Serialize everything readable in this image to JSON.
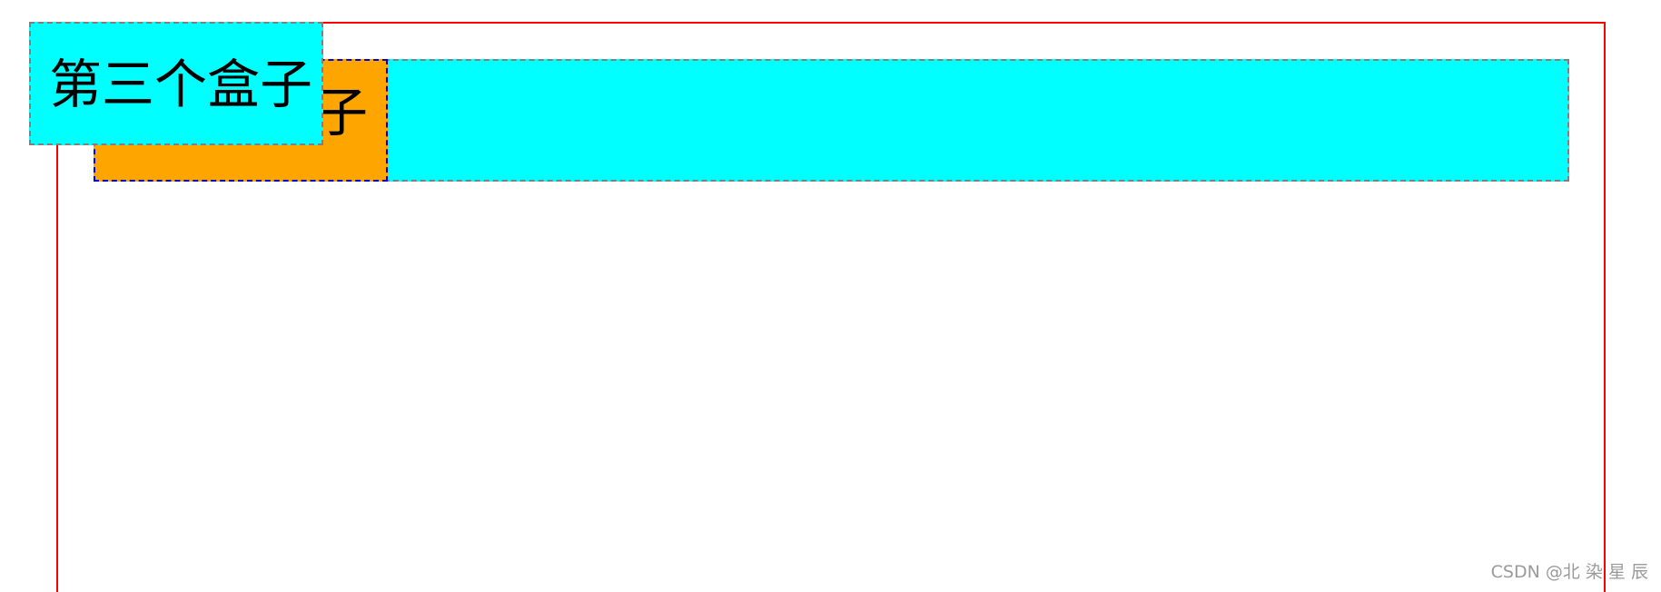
{
  "boxes": {
    "second_box": {
      "label": "第二个盒子"
    },
    "third_box": {
      "label": "第三个盒子"
    }
  },
  "watermark": {
    "text": "CSDN @北 染 星 辰"
  },
  "colors": {
    "outer_border": "#ff0000",
    "cyan": "#00ffff",
    "orange": "#ffa500",
    "dashed_gray": "#808080",
    "dashed_blue": "#0000cc"
  }
}
